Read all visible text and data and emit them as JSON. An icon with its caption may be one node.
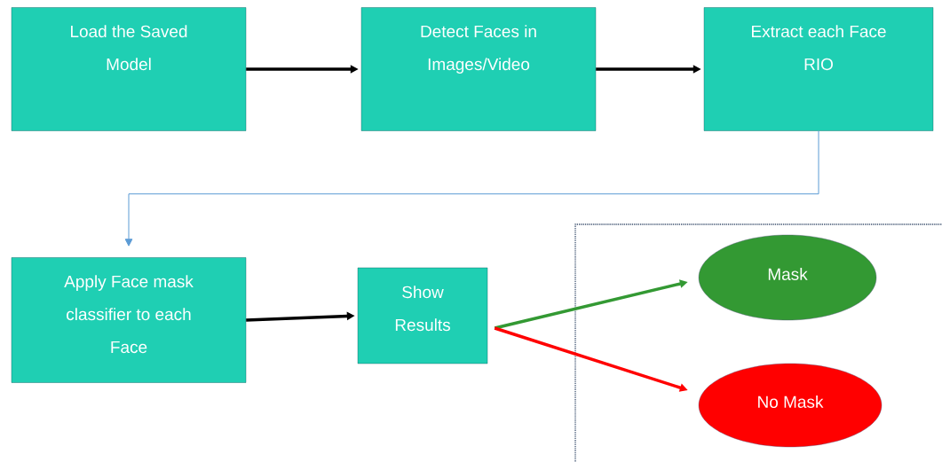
{
  "diagram": {
    "nodes": [
      {
        "text": [
          "Load the Saved Model"
        ]
      },
      {
        "text": [
          "Detect Faces in Images/Video"
        ]
      },
      {
        "text": [
          "Extract each Face RIO"
        ]
      },
      {
        "text": [
          "Apply Face mask classifier to each Face"
        ]
      },
      {
        "text": [
          "Show Results"
        ]
      },
      {
        "text": [],
        "shape": "box"
      },
      {
        "text": [
          "Mask"
        ],
        "in": 5
      },
      {
        "text": [
          "No Mask"
        ],
        "in": 5
      }
    ],
    "edges": [
      {
        "from": 0,
        "to": 1,
        "arrow": "to"
      },
      {
        "from": 1,
        "to": 2,
        "arrow": "to"
      },
      {
        "from": 2,
        "to": 3,
        "arrow": "to",
        "color": "#5b9bd5"
      },
      {
        "from": 3,
        "to": 4,
        "arrow": "to"
      },
      {
        "from": 4,
        "to": 6,
        "arrow": "to",
        "color": "#339933"
      },
      {
        "from": 4,
        "to": 7,
        "arrow": "to",
        "color": "#ff0000"
      }
    ]
  }
}
